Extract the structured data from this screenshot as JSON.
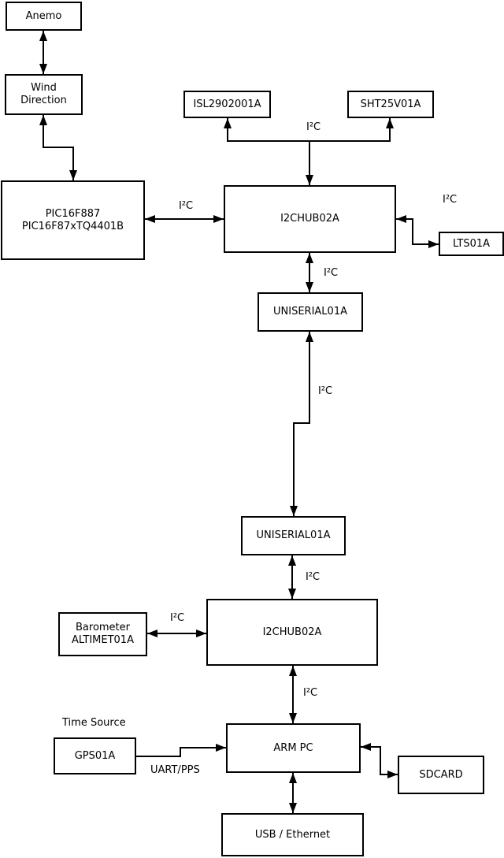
{
  "diagram": {
    "colors": {
      "background": "#ffffff",
      "line": "#000000",
      "text": "#000000"
    },
    "nodes": {
      "anemo": {
        "label": "Anemo"
      },
      "wind_direction": {
        "label": "Wind\nDirection"
      },
      "pic": {
        "label": "PIC16F887\nPIC16F87xTQ4401B"
      },
      "isl": {
        "label": "ISL2902001A"
      },
      "sht": {
        "label": "SHT25V01A"
      },
      "i2chub_top": {
        "label": "I2CHUB02A"
      },
      "lts": {
        "label": "LTS01A"
      },
      "uniserial_top": {
        "label": "UNISERIAL01A"
      },
      "uniserial_bottom": {
        "label": "UNISERIAL01A"
      },
      "barometer": {
        "label": "Barometer\nALTIMET01A"
      },
      "i2chub_bottom": {
        "label": "I2CHUB02A"
      },
      "gps": {
        "label": "GPS01A"
      },
      "arm_pc": {
        "label": "ARM PC"
      },
      "sdcard": {
        "label": "SDCARD"
      },
      "usb_ethernet": {
        "label": "USB / Ethernet"
      }
    },
    "edge_labels": {
      "i2c": "I²C",
      "time_source": "Time Source",
      "uart_pps": "UART/PPS"
    },
    "edges": [
      {
        "from": "anemo",
        "to": "wind_direction",
        "direction": "both"
      },
      {
        "from": "wind_direction",
        "to": "pic",
        "direction": "both"
      },
      {
        "from": "pic",
        "to": "i2chub_top",
        "direction": "both",
        "label": "I²C"
      },
      {
        "from": "i2chub_top",
        "to": "isl",
        "direction": "both",
        "label": "I²C"
      },
      {
        "from": "i2chub_top",
        "to": "sht",
        "direction": "both",
        "label": "I²C"
      },
      {
        "from": "i2chub_top",
        "to": "lts",
        "direction": "both",
        "label": "I²C"
      },
      {
        "from": "i2chub_top",
        "to": "uniserial_top",
        "direction": "both",
        "label": "I²C"
      },
      {
        "from": "uniserial_top",
        "to": "uniserial_bottom",
        "direction": "both",
        "label": "I²C"
      },
      {
        "from": "uniserial_bottom",
        "to": "i2chub_bottom",
        "direction": "both",
        "label": "I²C"
      },
      {
        "from": "barometer",
        "to": "i2chub_bottom",
        "direction": "both",
        "label": "I²C"
      },
      {
        "from": "i2chub_bottom",
        "to": "arm_pc",
        "direction": "both",
        "label": "I²C"
      },
      {
        "from": "gps",
        "to": "arm_pc",
        "direction": "to",
        "label": "UART/PPS"
      },
      {
        "from": "arm_pc",
        "to": "sdcard",
        "direction": "both"
      },
      {
        "from": "arm_pc",
        "to": "usb_ethernet",
        "direction": "both"
      }
    ]
  }
}
